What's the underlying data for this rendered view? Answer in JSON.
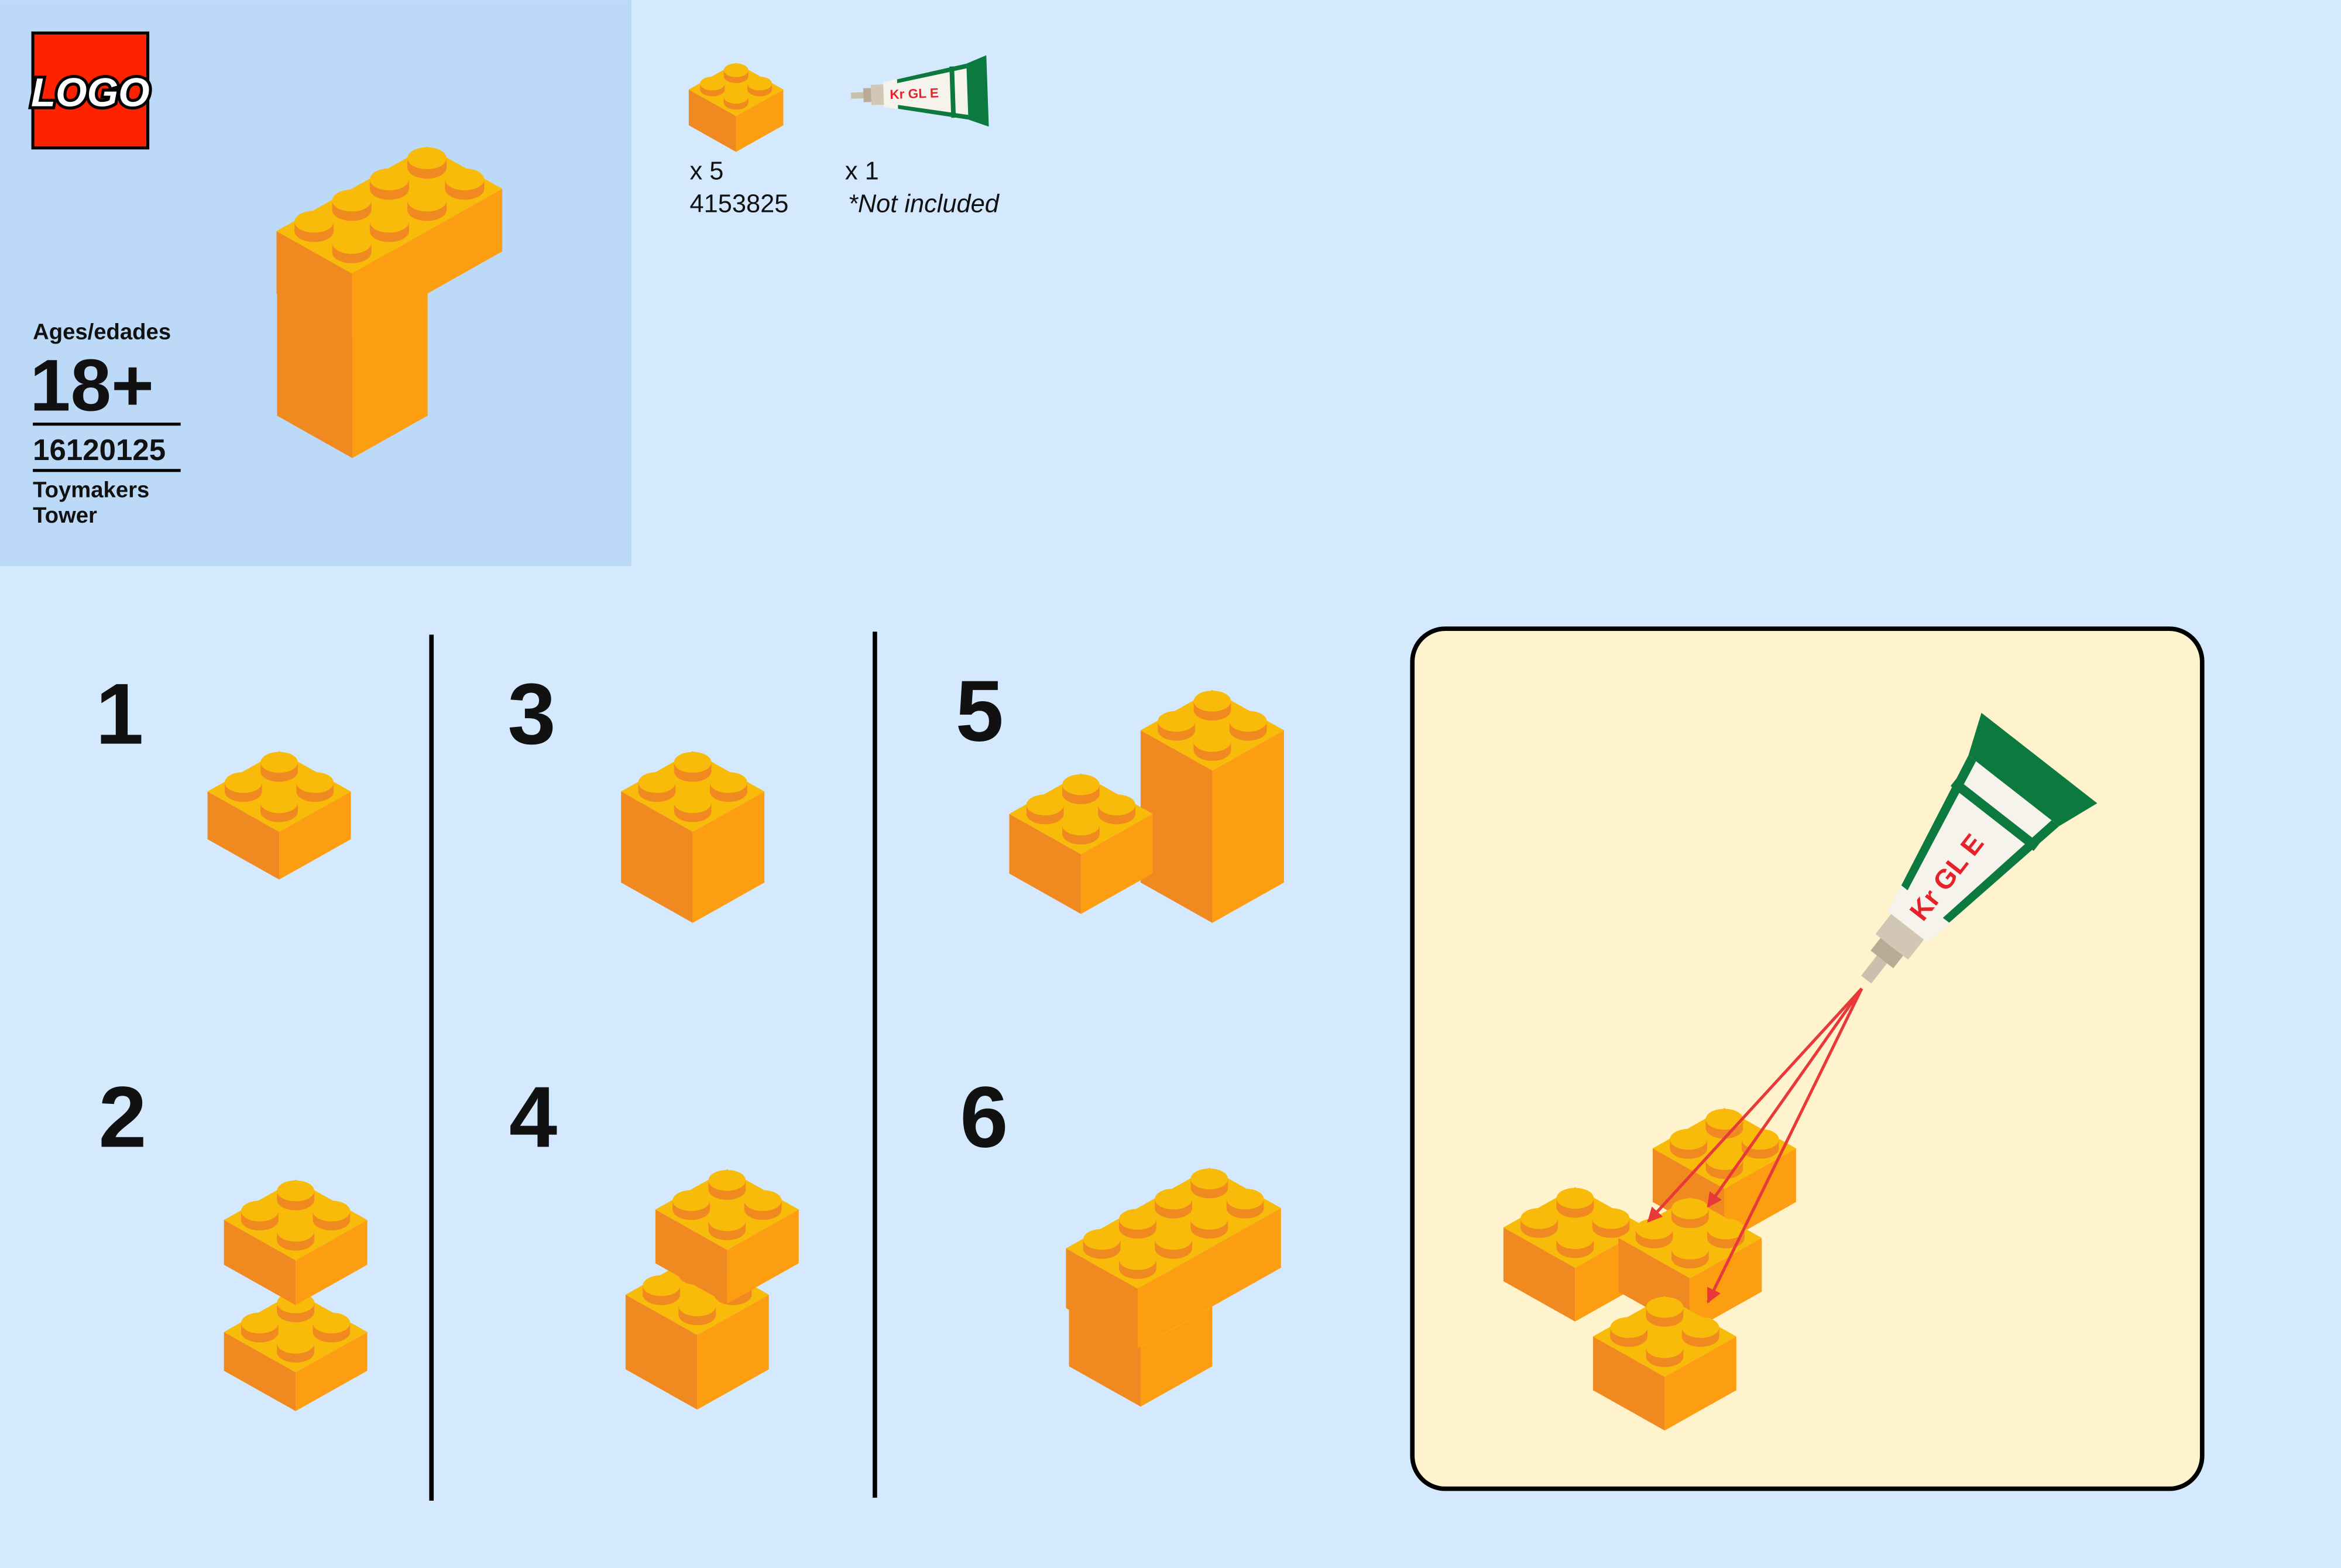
{
  "cover": {
    "logo_text": "LOGO",
    "ages_label": "Ages/edades",
    "age_value": "18+",
    "set_number": "16120125",
    "set_name_line1": "Toymakers",
    "set_name_line2": "Tower"
  },
  "parts": [
    {
      "quantity": "x 5",
      "element_id": "4153825"
    },
    {
      "quantity": "x 1",
      "note": "*Not included",
      "label_text": "Kr GL E"
    }
  ],
  "steps": [
    {
      "number": "1"
    },
    {
      "number": "2"
    },
    {
      "number": "3"
    },
    {
      "number": "4"
    },
    {
      "number": "5"
    },
    {
      "number": "6"
    }
  ],
  "glue_panel": {
    "tube_label": "Kr GL E"
  },
  "colors": {
    "background": "#d4e9fd",
    "cover_panel": "#bcdaf7",
    "glue_panel": "#fff3cd",
    "brick_top": "#f8bb0a",
    "brick_left": "#f0891f",
    "brick_right": "#fd9e12",
    "arrow": "#e8393a",
    "logo_red": "#ff2200",
    "tube_green": "#0c7a3e"
  }
}
